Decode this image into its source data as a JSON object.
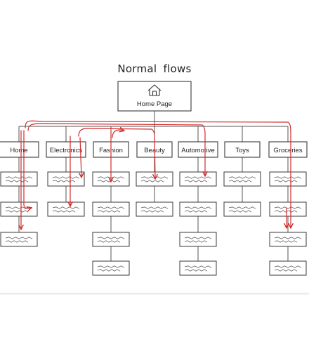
{
  "diagram": {
    "title": "Normal flows",
    "root": {
      "label": "Home Page",
      "icon": "home-icon"
    },
    "categories": [
      {
        "label": "Home",
        "child_count": 3
      },
      {
        "label": "Electronics",
        "child_count": 2
      },
      {
        "label": "Fashion",
        "child_count": 4
      },
      {
        "label": "Beauty",
        "child_count": 2
      },
      {
        "label": "Automotive",
        "child_count": 4
      },
      {
        "label": "Toys",
        "child_count": 2
      },
      {
        "label": "Groceries",
        "child_count": 4
      }
    ],
    "colors": {
      "line": "#555555",
      "box_stroke": "#3a3a3a",
      "flow_arrow": "#d42a2a"
    }
  }
}
